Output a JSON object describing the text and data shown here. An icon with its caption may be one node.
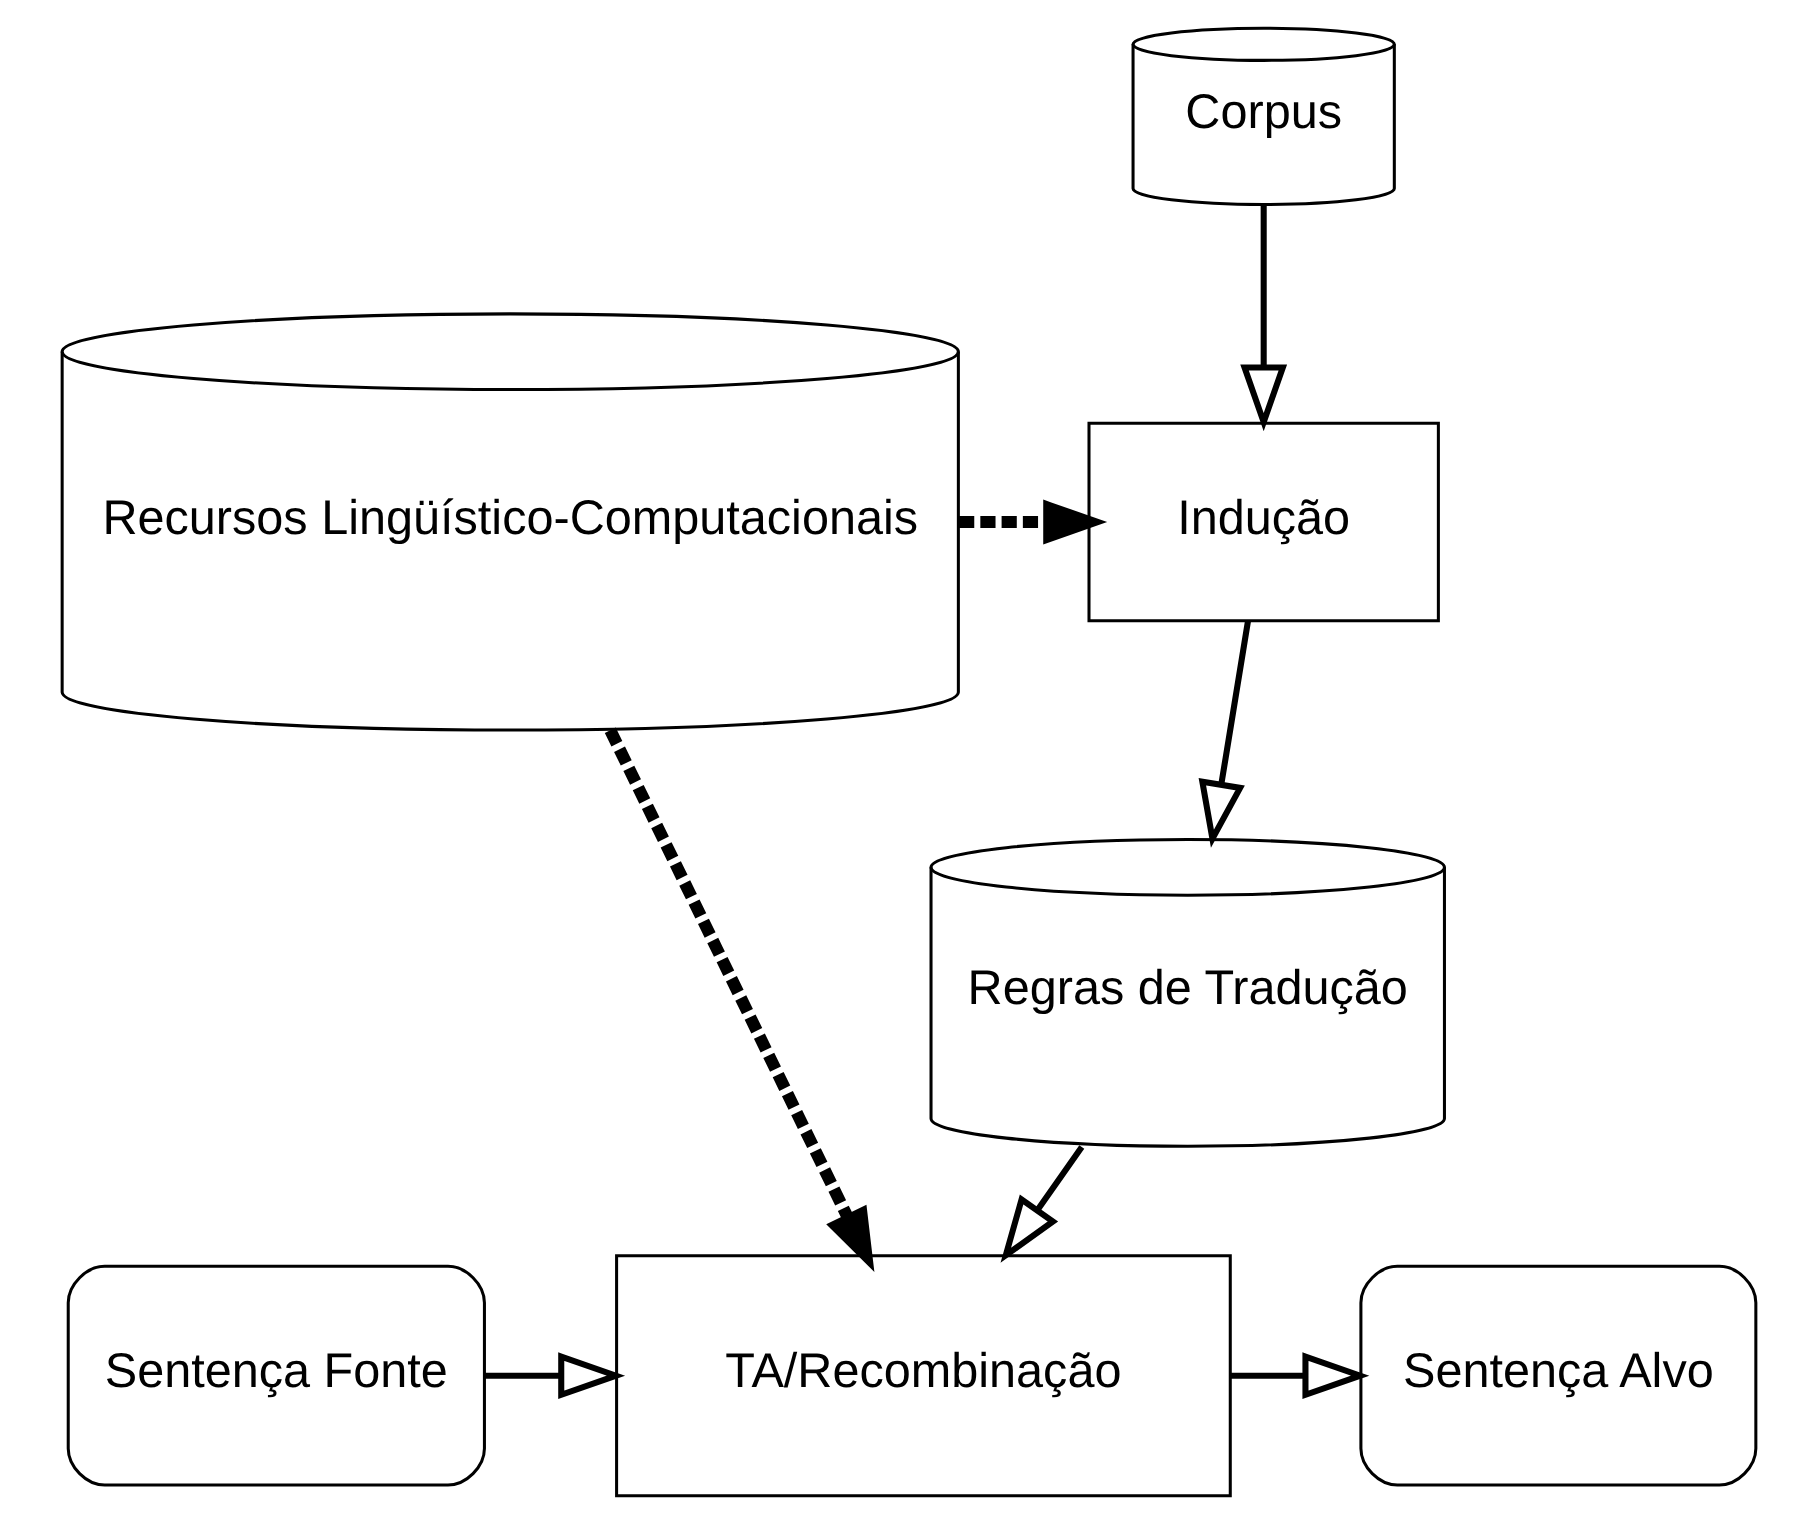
{
  "diagram": {
    "nodes": [
      {
        "text": [
          "Corpus"
        ]
      },
      {
        "text": [
          "Recursos Lingüístico-Computacionais"
        ]
      },
      {
        "text": [
          "Indução"
        ]
      },
      {
        "text": [
          "Regras de Tradução"
        ]
      },
      {
        "text": [
          "Sentença Fonte"
        ]
      },
      {
        "text": [
          "TA/Recombinação"
        ]
      },
      {
        "text": [
          "Sentença Alvo"
        ]
      }
    ],
    "edges": [
      {
        "from": 0,
        "to": 2,
        "arrow": "to"
      },
      {
        "from": 1,
        "to": 2,
        "arrow": "to",
        "style": "dashed"
      },
      {
        "from": 2,
        "to": 3,
        "arrow": "to"
      },
      {
        "from": 1,
        "to": 5,
        "arrow": "to",
        "style": "dashed"
      },
      {
        "from": 3,
        "to": 5,
        "arrow": "to"
      },
      {
        "from": 4,
        "to": 5,
        "arrow": "to"
      },
      {
        "from": 5,
        "to": 6,
        "arrow": "to"
      }
    ]
  }
}
